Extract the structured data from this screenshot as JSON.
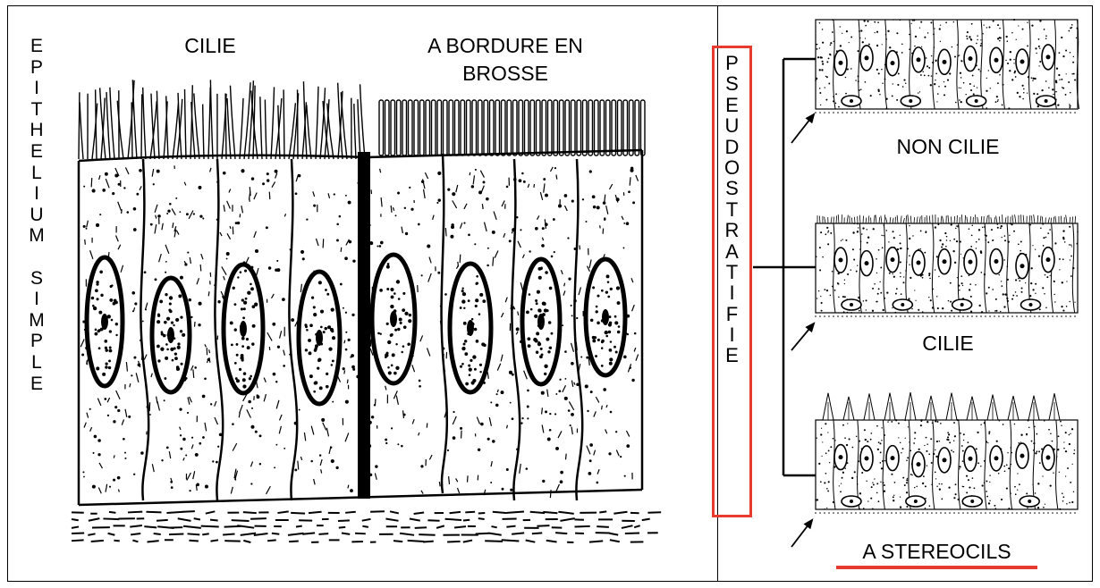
{
  "left": {
    "vertical_title": [
      "E",
      "P",
      "I",
      "T",
      "H",
      "E",
      "L",
      "I",
      "U",
      "M",
      " ",
      "S",
      "I",
      "M",
      "P",
      "L",
      "E"
    ],
    "label_cilie": "CILIE",
    "label_brush_line1": "A  BORDURE EN",
    "label_brush_line2": "BROSSE"
  },
  "right": {
    "vertical_title": [
      "P",
      "S",
      "E",
      "U",
      "D",
      "O",
      "S",
      "T",
      "R",
      "A",
      "T",
      "I",
      "F",
      "I",
      "E"
    ],
    "label_non_cilie": "NON CILIE",
    "label_cilie": "CILIE",
    "label_stereocils": "A  STEREOCILS",
    "highlight_color": "#e63b2e"
  }
}
